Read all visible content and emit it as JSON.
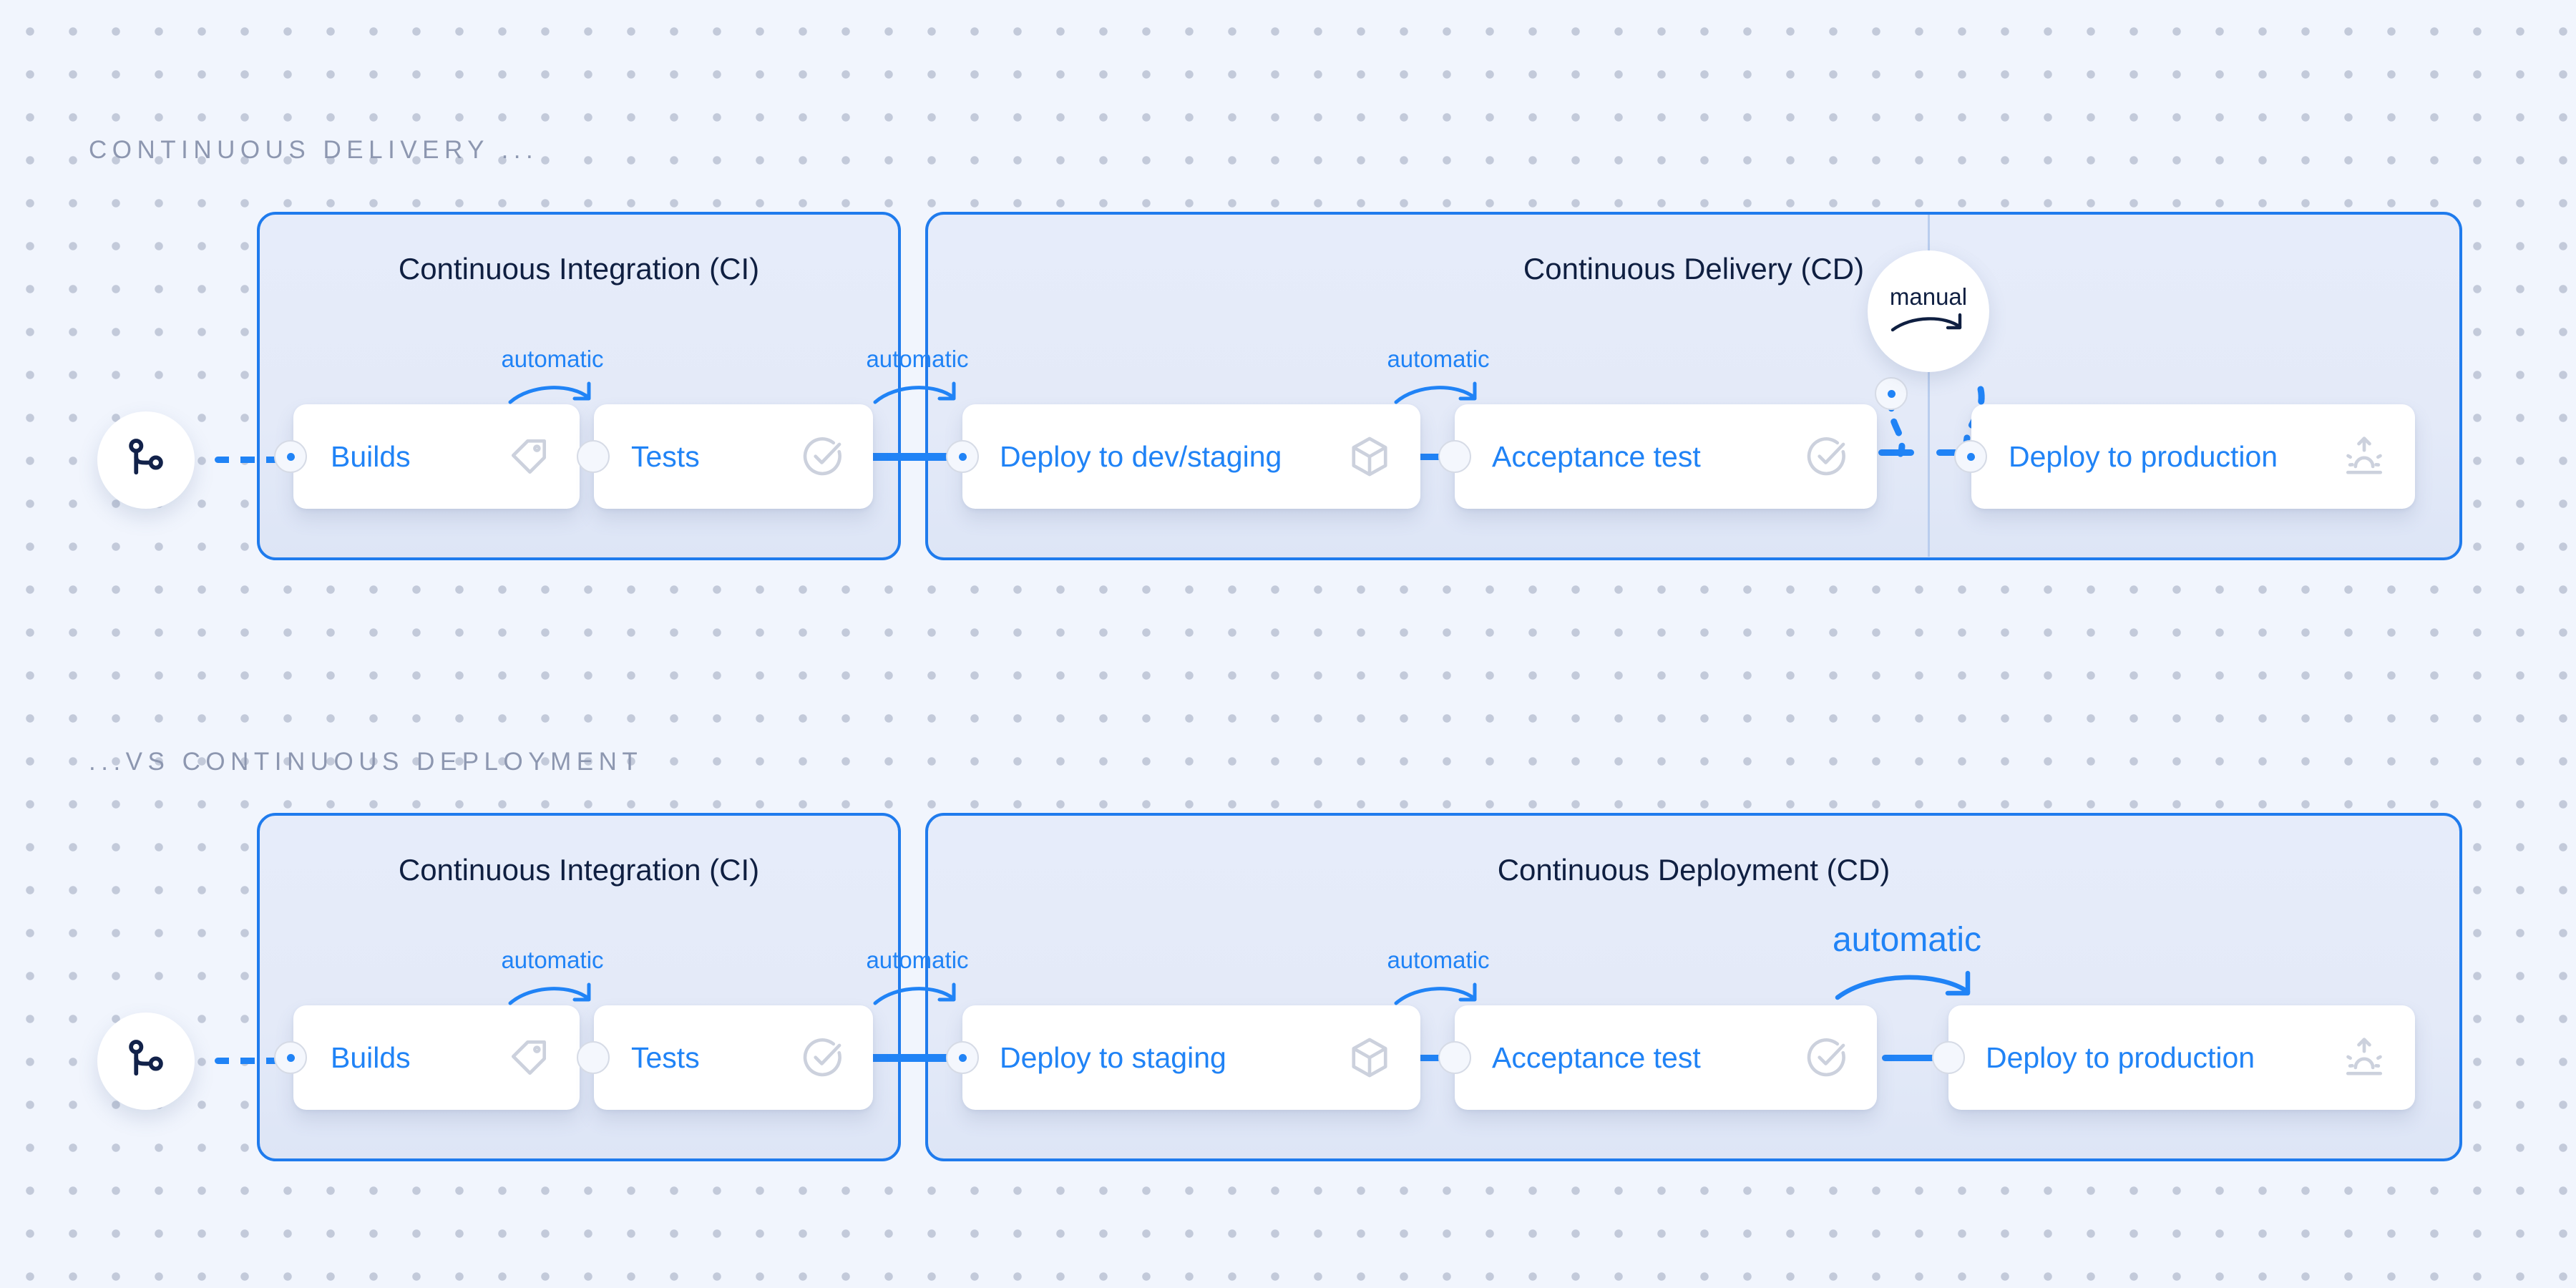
{
  "theme": {
    "background": "#f1f5fd",
    "dot_color": "#c3cada",
    "accent_blue": "#2083f6",
    "group_border": "#1f7bed",
    "group_fill": "#e5ebf9",
    "title_gray": "#8d97b0",
    "dark_navy": "#0f1f41",
    "icon_gray": "#ccd1dd"
  },
  "sections": [
    {
      "id": "continuous-delivery",
      "heading": "CONTINUOUS DELIVERY ...",
      "groups": [
        {
          "id": "ci",
          "title": "Continuous Integration (CI)"
        },
        {
          "id": "cd",
          "title": "Continuous Delivery (CD)"
        }
      ],
      "nodes": [
        {
          "id": "builds",
          "label": "Builds",
          "icon": "tag-icon"
        },
        {
          "id": "tests",
          "label": "Tests",
          "icon": "check-circle-icon"
        },
        {
          "id": "deploy-dev",
          "label": "Deploy to dev/staging",
          "icon": "cube-icon"
        },
        {
          "id": "acceptance",
          "label": "Acceptance test",
          "icon": "check-circle-icon"
        },
        {
          "id": "deploy-prod",
          "label": "Deploy to production",
          "icon": "sunrise-launch-icon"
        }
      ],
      "transitions": [
        {
          "id": "builds-to-tests",
          "label": "automatic",
          "style": "arc"
        },
        {
          "id": "tests-to-deploy-dev",
          "label": "automatic",
          "style": "arc"
        },
        {
          "id": "deploy-dev-to-accept",
          "label": "automatic",
          "style": "arc"
        },
        {
          "id": "accept-to-deploy-prod",
          "label": "manual",
          "style": "bubble"
        }
      ],
      "source_icon": "git-branch-icon"
    },
    {
      "id": "continuous-deployment",
      "heading": "...VS CONTINUOUS DEPLOYMENT",
      "groups": [
        {
          "id": "ci2",
          "title": "Continuous Integration (CI)"
        },
        {
          "id": "cd2",
          "title": "Continuous Deployment (CD)"
        }
      ],
      "nodes": [
        {
          "id": "builds2",
          "label": "Builds",
          "icon": "tag-icon"
        },
        {
          "id": "tests2",
          "label": "Tests",
          "icon": "check-circle-icon"
        },
        {
          "id": "deploy-stg",
          "label": "Deploy to staging",
          "icon": "cube-icon"
        },
        {
          "id": "acceptance2",
          "label": "Acceptance test",
          "icon": "check-circle-icon"
        },
        {
          "id": "deploy-prod2",
          "label": "Deploy to production",
          "icon": "sunrise-launch-icon"
        }
      ],
      "transitions": [
        {
          "id": "builds-to-tests-2",
          "label": "automatic",
          "style": "arc"
        },
        {
          "id": "tests-to-deploy-stg",
          "label": "automatic",
          "style": "arc"
        },
        {
          "id": "deploy-stg-to-accept",
          "label": "automatic",
          "style": "arc"
        },
        {
          "id": "accept-to-deploy-prod-2",
          "label": "automatic",
          "style": "arc-large"
        }
      ],
      "source_icon": "git-branch-icon"
    }
  ]
}
